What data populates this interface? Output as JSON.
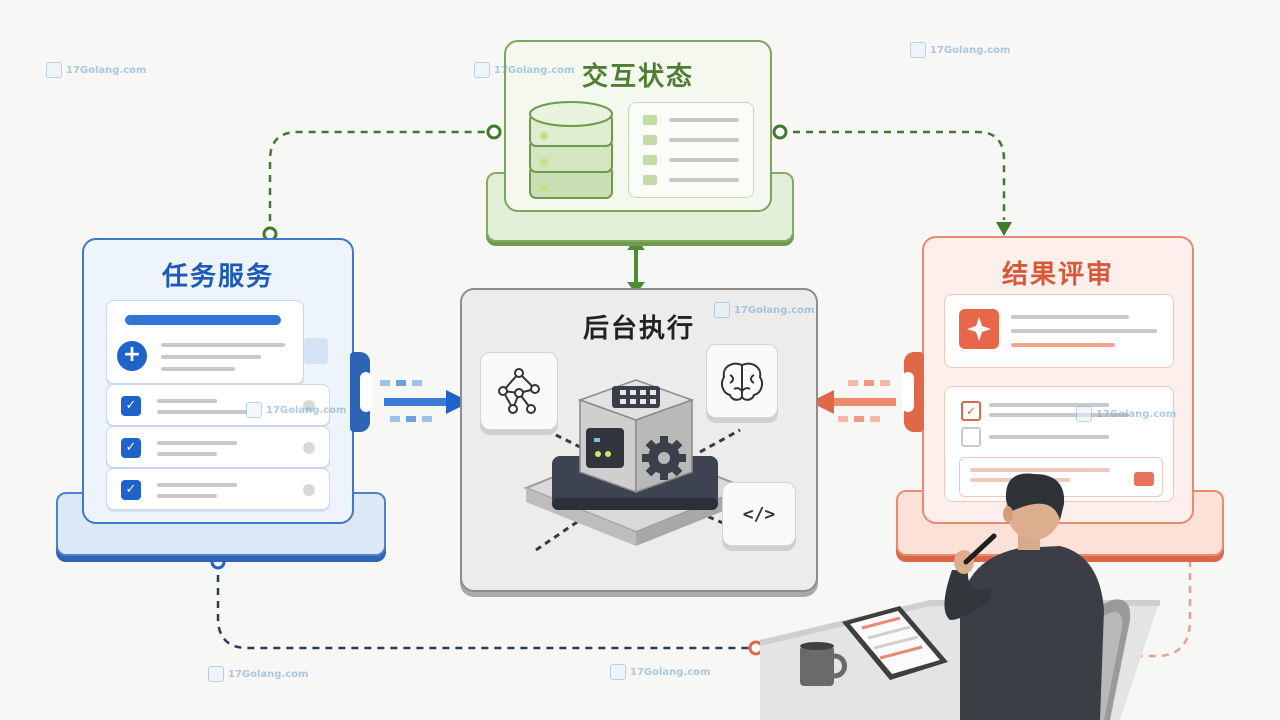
{
  "panels": {
    "interaction_state": {
      "title": "交互状态",
      "color": "#5e8f3e"
    },
    "task_service": {
      "title": "任务服务",
      "color": "#1e63c8"
    },
    "background_exec": {
      "title": "后台执行",
      "color": "#222222"
    },
    "result_review": {
      "title": "结果评审",
      "color": "#e0674a"
    }
  },
  "watermark": {
    "text": "17Golang.com"
  },
  "icons": {
    "code_tile": "</>",
    "task_add": "+",
    "checkmark": "✓"
  }
}
